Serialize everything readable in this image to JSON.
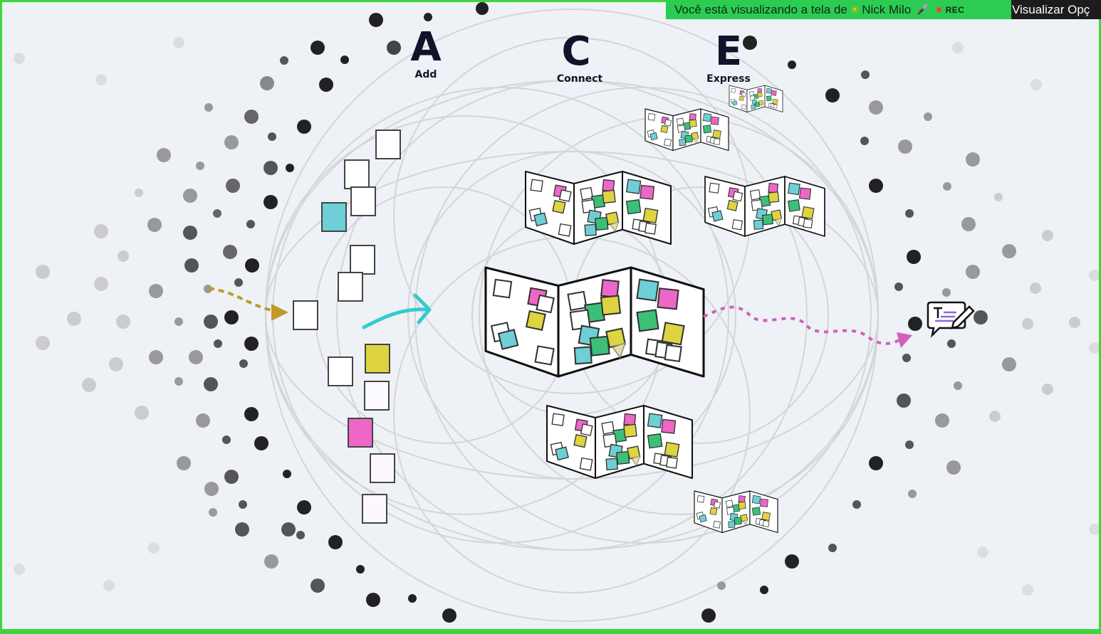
{
  "share_banner": {
    "text": "Você está visualizando a tela de",
    "presenter": "Nick Milo",
    "sun_icon": "sun-icon",
    "mic_icon": "mic-off-icon",
    "rec_label": "REC"
  },
  "view_options": {
    "label": "Visualizar Opç"
  },
  "diagram": {
    "stages": [
      {
        "letter": "A",
        "label": "Add"
      },
      {
        "letter": "C",
        "label": "Connect"
      },
      {
        "letter": "E",
        "label": "Express"
      }
    ]
  },
  "colors": {
    "background": "#eef1f5",
    "green_frame": "#3ed53e",
    "share_bar": "#2ccc52",
    "teal": "#6ecfd6",
    "yellow": "#ddd440",
    "pink": "#ee66c8",
    "green_note": "#3cc078",
    "gold_arrow": "#bf9a2c",
    "cyan_arrow": "#33cccc",
    "magenta_arrow": "#d060bb"
  }
}
